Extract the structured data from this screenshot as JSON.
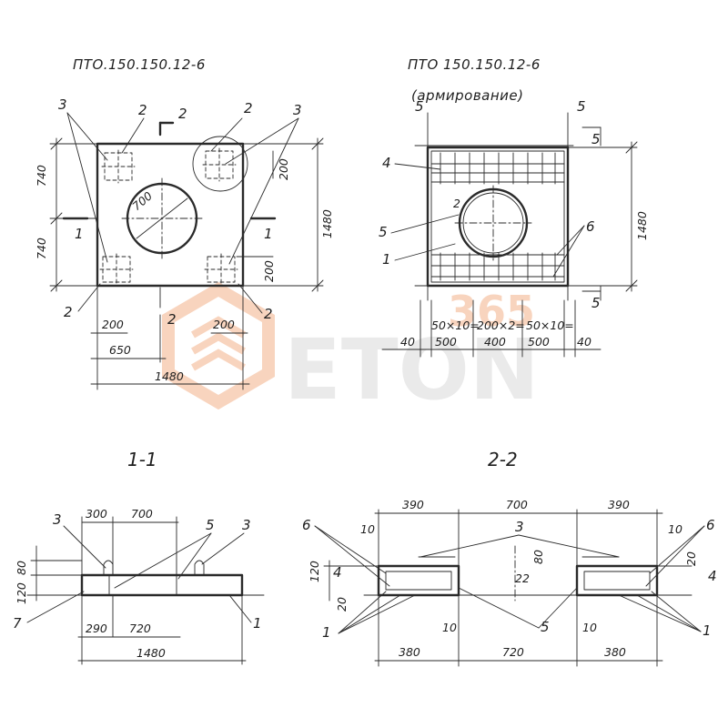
{
  "titles": {
    "plan_left": "ПТО.150.150.12-6",
    "plan_right": "ПТО 150.150.12-6",
    "plan_right_sub": "(армирование)",
    "section_1": "1-1",
    "section_2": "2-2"
  },
  "plan_left": {
    "positions": {
      "p3a": "3",
      "p2a": "2",
      "p2b": "2",
      "p2c": "2",
      "p3b": "3",
      "p2d": "2",
      "p2e": "2",
      "p2f": "2"
    },
    "cut_marks": {
      "cut_a": "1",
      "cut_b": "1"
    },
    "dims": {
      "d740_top": "740",
      "d740_bot": "740",
      "d1480_right": "1480",
      "d700_dia": "700",
      "d200_right_top": "200",
      "d200_right_bot": "200",
      "d200_bl": "200",
      "d200_br": "200",
      "d650": "650",
      "d1480_bottom": "1480"
    }
  },
  "plan_right": {
    "positions": {
      "p5a": "5",
      "p5b": "5",
      "p5c": "5",
      "p5d": "5",
      "p4": "4",
      "p5e": "5",
      "p1": "1",
      "p6": "6",
      "p2": "2"
    },
    "dims": {
      "d1480_right": "1480",
      "d_spacing_1": "50×10=",
      "d_spacing_2": "200×2=",
      "d_spacing_3": "50×10=",
      "d40_left": "40",
      "d500_left": "500",
      "d400": "400",
      "d500_right": "500",
      "d40_right": "40"
    }
  },
  "section_1": {
    "positions": {
      "p3a": "3",
      "p5": "5",
      "p3b": "3",
      "p7": "7",
      "p1": "1"
    },
    "dims": {
      "d300": "300",
      "d700": "700",
      "d80": "80",
      "d120": "120",
      "d290": "290",
      "d720": "720",
      "d1480": "1480"
    }
  },
  "section_2": {
    "positions": {
      "p6a": "6",
      "p3": "3",
      "p6b": "6",
      "p4a": "4",
      "p4b": "4",
      "p1a": "1",
      "p5": "5",
      "p1b": "1"
    },
    "dims": {
      "d390_left": "390",
      "d700": "700",
      "d390_right": "390",
      "d10_tl": "10",
      "d10_tr": "10",
      "d120": "120",
      "d80": "80",
      "d20_right": "20",
      "d20_left": "20",
      "d22": "22",
      "d10_bl": "10",
      "d10_br": "10",
      "d380_left": "380",
      "d720": "720",
      "d380_right": "380"
    }
  },
  "watermark": {
    "text": "ETON",
    "number": "365"
  },
  "colors": {
    "ink": "#2a2a2a",
    "watermark": "#f4b28a",
    "watermark_grey": "#d9d9d9"
  }
}
